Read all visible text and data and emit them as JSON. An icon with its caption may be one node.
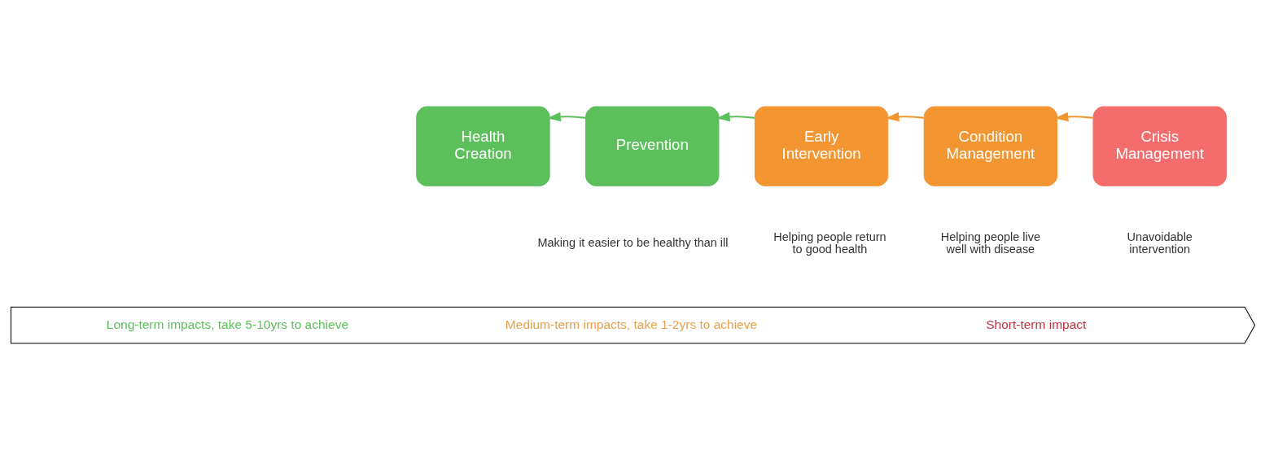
{
  "diagram": {
    "nodes": [
      {
        "text": [
          "Health Creation"
        ]
      },
      {
        "text": [
          "Prevention"
        ]
      },
      {
        "text": [
          "Early Intervention"
        ]
      },
      {
        "text": [
          "Condition Management"
        ]
      },
      {
        "text": [
          "Crisis Management"
        ]
      },
      {
        "text": [
          "Long-term impacts, take 5-10yrs to achieve",
          "Medium-term impacts, take 1-2yrs to achieve",
          "Short-term impact"
        ]
      }
    ],
    "edges": [
      {
        "from": 1,
        "to": 0,
        "arrow": "to",
        "color": "#5cbf5c"
      },
      {
        "from": 2,
        "to": 1,
        "arrow": "to",
        "color": "#5cbf5c"
      },
      {
        "from": 3,
        "to": 2,
        "arrow": "to",
        "color": "#f0962e"
      },
      {
        "from": 4,
        "to": 3,
        "arrow": "to",
        "color": "#f0962e"
      }
    ],
    "labels": [
      "Making it easier to be healthy than ill",
      "Helping people return to good health",
      "Helping people live well with disease",
      "Unavoidable intervention"
    ]
  }
}
